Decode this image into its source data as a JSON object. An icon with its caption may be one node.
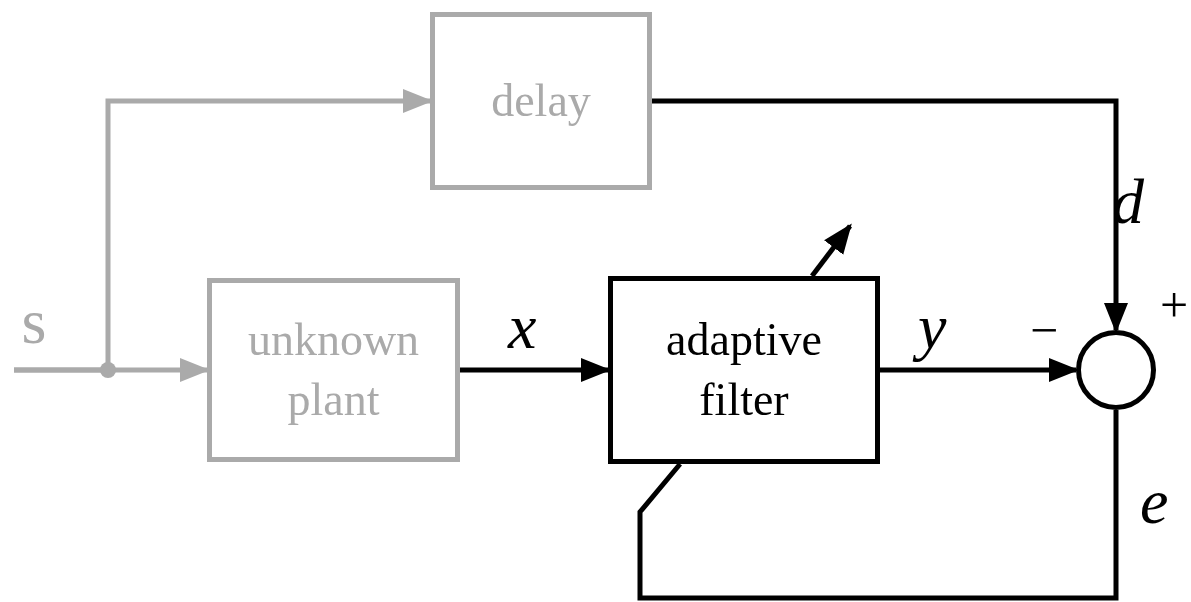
{
  "diagram": {
    "nodes": [
      {
        "text": [
          "s"
        ]
      },
      {
        "text": [
          "delay"
        ]
      },
      {
        "text": [
          "unknown plant"
        ]
      },
      {
        "text": [
          "adaptive filter"
        ]
      },
      {
        "text": [],
        "shape": "circle",
        "beside": [
          "−",
          "+"
        ]
      }
    ],
    "edges": [
      {
        "from": 0,
        "to": 1,
        "arrow": "to",
        "color": "#aaaaaa"
      },
      {
        "from": 0,
        "to": 2,
        "arrow": "to",
        "color": "#aaaaaa"
      },
      {
        "from": 1,
        "to": 4,
        "arrow": "to",
        "label": "d"
      },
      {
        "from": 2,
        "to": 3,
        "arrow": "to",
        "label": "x"
      },
      {
        "from": 3,
        "to": 4,
        "arrow": "to",
        "label": "y"
      },
      {
        "from": 4,
        "to": 3,
        "arrow": "none",
        "label": "e"
      },
      {
        "from": 3,
        "to": null,
        "arrow": "to"
      }
    ]
  }
}
